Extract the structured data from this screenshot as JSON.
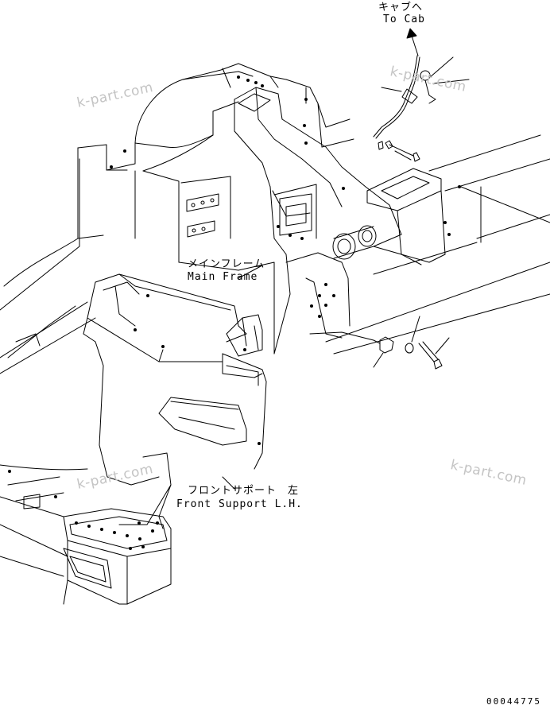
{
  "labels": {
    "cab_jp": "キャブへ",
    "cab_en": "To Cab",
    "main_frame_jp": "メインフレーム",
    "main_frame_en": "Main Frame",
    "front_support_jp": "フロントサポート　左",
    "front_support_en": "Front Support L.H."
  },
  "watermarks": [
    "k-part.com",
    "k-part.com",
    "k-part.com",
    "k-part.com"
  ],
  "figure_number": "00044775",
  "colors": {
    "line": "#000000",
    "watermark": "#c4c4c4",
    "background": "#ffffff"
  }
}
